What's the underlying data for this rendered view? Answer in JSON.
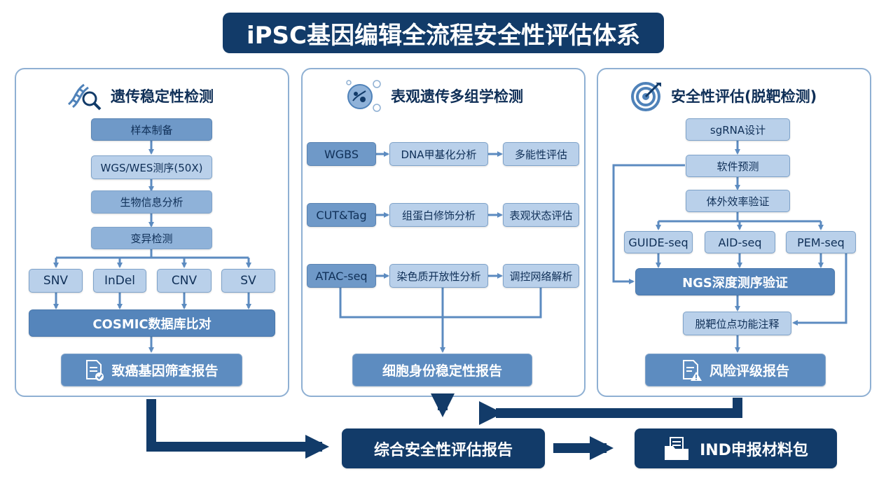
{
  "title": "iPSC基因编辑全流程安全性评估体系",
  "panels": {
    "genetic": {
      "heading": "遗传稳定性检测",
      "icon": "dna-magnifier-icon",
      "steps": [
        "样本制备",
        "WGS/WES测序(50X)",
        "生物信息分析",
        "变异检测"
      ],
      "variants": [
        "SNV",
        "InDel",
        "CNV",
        "SV"
      ],
      "compare": "COSMIC数据库比对",
      "report": "致癌基因筛查报告",
      "report_icon": "document-check-icon"
    },
    "epigenetic": {
      "heading": "表观遗传多组学检测",
      "icon": "cell-omics-icon",
      "rows": [
        [
          "WGBS",
          "DNA甲基化分析",
          "多能性评估"
        ],
        [
          "CUT&Tag",
          "组蛋白修饰分析",
          "表观状态评估"
        ],
        [
          "ATAC-seq",
          "染色质开放性分析",
          "调控网络解析"
        ]
      ],
      "report": "细胞身份稳定性报告"
    },
    "safety": {
      "heading": "安全性评估(脱靶检测)",
      "icon": "target-icon",
      "steps": [
        "sgRNA设计",
        "软件预测",
        "体外效率验证"
      ],
      "methods": [
        "GUIDE-seq",
        "AID-seq",
        "PEM-seq"
      ],
      "ngs": "NGS深度测序验证",
      "annotation": "脱靶位点功能注释",
      "report": "风险评级报告",
      "report_icon": "document-warning-icon"
    }
  },
  "final": {
    "summary": "综合安全性评估报告",
    "ind": "IND申报材料包",
    "ind_icon": "folder-documents-icon"
  },
  "colors": {
    "navy": "#123b69",
    "box_light": "#b9d0ea",
    "box_dark": "#6f99c8",
    "report_blue": "#5d8cc0",
    "connector": "#5c8bc0",
    "panel_border": "#8fb0d3"
  }
}
